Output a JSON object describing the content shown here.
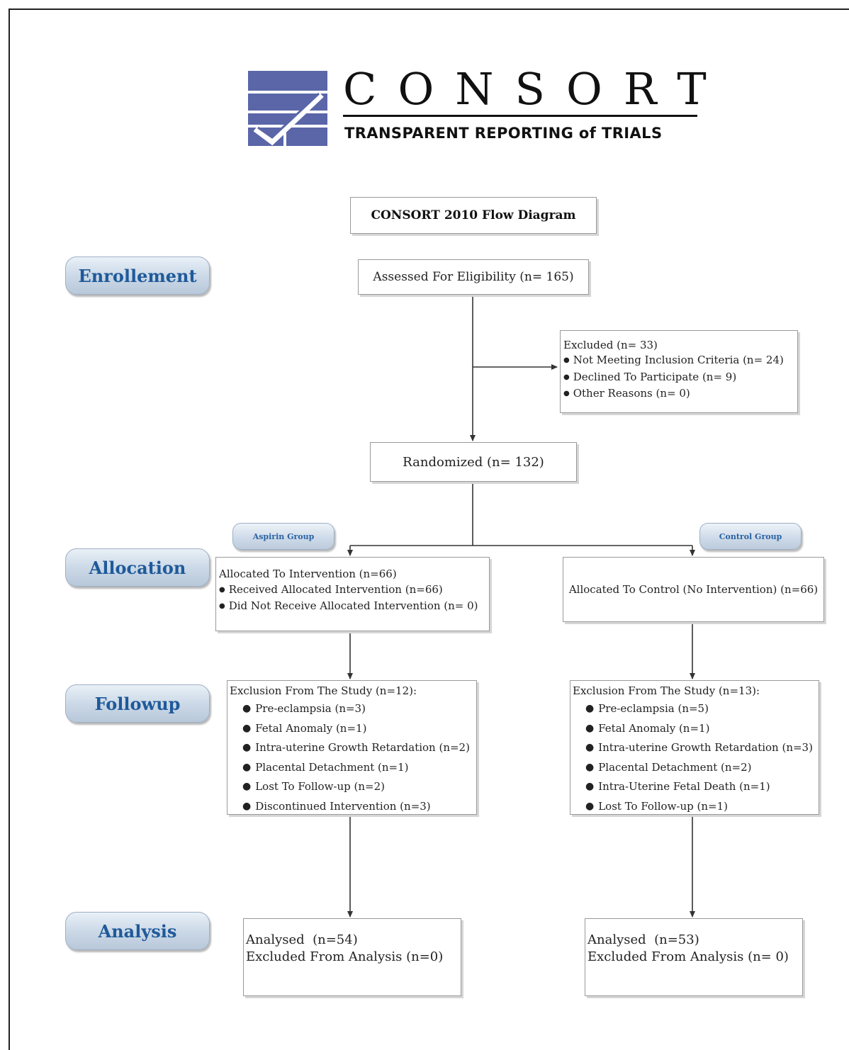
{
  "logo": {
    "wordmark": "CONSORT",
    "tagline": "TRANSPARENT REPORTING of TRIALS",
    "mark_color": "#5a66a8"
  },
  "diagram_title": "CONSORT 2010 Flow Diagram",
  "stages": {
    "enrollment": "Enrollement",
    "allocation": "Allocation",
    "followup": "Followup",
    "analysis": "Analysis"
  },
  "groups": {
    "aspirin": "Aspirin Group",
    "control": "Control Group"
  },
  "assessed": "Assessed For Eligibility (n= 165)",
  "excluded": {
    "title": "Excluded (n= 33)",
    "items": [
      "Not Meeting Inclusion Criteria (n= 24)",
      "Declined To Participate (n= 9)",
      "Other Reasons (n= 0)"
    ]
  },
  "randomized": "Randomized (n= 132)",
  "allocation_intervention": {
    "title": "Allocated To Intervention (n=66)",
    "items": [
      "Received Allocated Intervention (n=66)",
      "Did Not Receive Allocated Intervention (n= 0)"
    ]
  },
  "allocation_control": "Allocated To Control (No Intervention) (n=66)",
  "followup_intervention": {
    "title": "Exclusion From The Study (n=12):",
    "items": [
      "Pre-eclampsia (n=3)",
      "Fetal Anomaly (n=1)",
      "Intra-uterine Growth Retardation (n=2)",
      "Placental Detachment (n=1)",
      "Lost To Follow-up  (n=2)",
      "Discontinued Intervention (n=3)"
    ]
  },
  "followup_control": {
    "title": "Exclusion From The Study (n=13):",
    "items": [
      "Pre-eclampsia (n=5)",
      "Fetal Anomaly (n=1)",
      "Intra-uterine Growth Retardation (n=3)",
      "Placental Detachment (n=2)",
      "Intra-Uterine Fetal Death (n=1)",
      "Lost To Follow-up  (n=1)"
    ]
  },
  "analysis_intervention": {
    "line1": "Analysed  (n=54)",
    "line2": "Excluded From Analysis (n=0)"
  },
  "analysis_control": {
    "line1": "Analysed  (n=53)",
    "line2": "Excluded From Analysis (n= 0)"
  },
  "colors": {
    "stage_text": "#1f5a9a",
    "connector": "#333333"
  }
}
